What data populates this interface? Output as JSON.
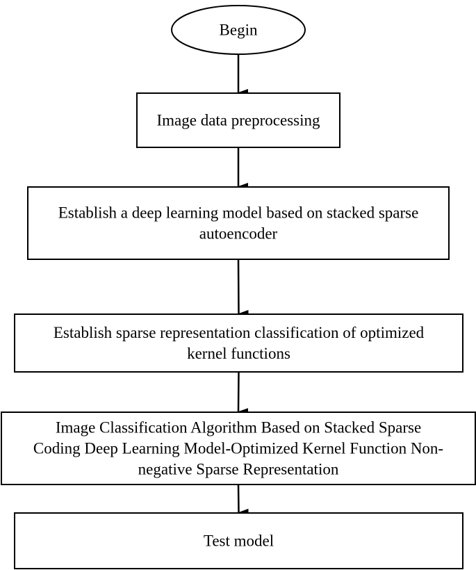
{
  "flowchart": {
    "nodes": [
      {
        "id": "begin",
        "shape": "ellipse",
        "lines": [
          "Begin"
        ]
      },
      {
        "id": "preprocess",
        "shape": "rect",
        "lines": [
          "Image data preprocessing"
        ]
      },
      {
        "id": "deep-model",
        "shape": "rect",
        "lines": [
          "Establish a deep learning model based on stacked sparse",
          "autoencoder"
        ]
      },
      {
        "id": "src-kernel",
        "shape": "rect",
        "lines": [
          "Establish sparse representation classification of optimized",
          "kernel functions"
        ]
      },
      {
        "id": "algorithm",
        "shape": "rect",
        "lines": [
          "Image Classification Algorithm Based on Stacked Sparse",
          "Coding Deep Learning Model-Optimized Kernel Function Non-",
          "negative Sparse Representation"
        ]
      },
      {
        "id": "test",
        "shape": "rect",
        "lines": [
          "Test model"
        ]
      }
    ],
    "edges": [
      {
        "from": "begin",
        "to": "preprocess"
      },
      {
        "from": "preprocess",
        "to": "deep-model"
      },
      {
        "from": "deep-model",
        "to": "src-kernel"
      },
      {
        "from": "src-kernel",
        "to": "algorithm"
      },
      {
        "from": "algorithm",
        "to": "test"
      }
    ],
    "stroke_color": "#000000",
    "fill_color": "#ffffff"
  }
}
